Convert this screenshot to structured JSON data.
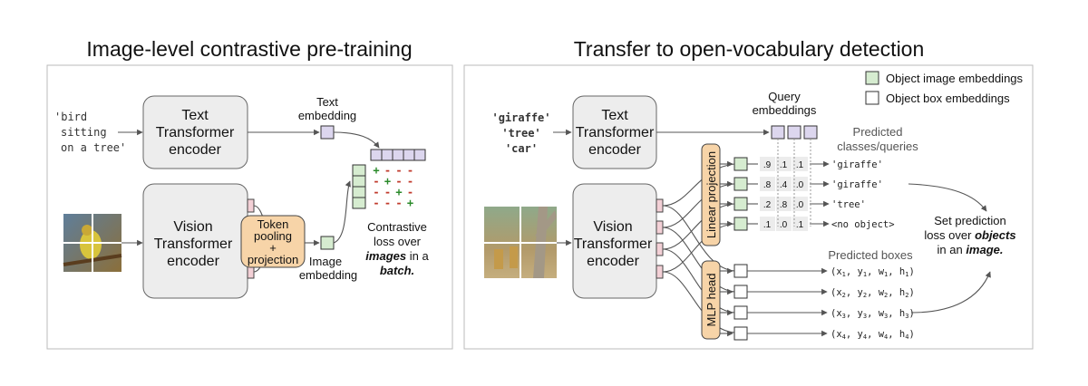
{
  "left": {
    "title": "Image-level contrastive pre-training",
    "input_text": [
      "'bird",
      "sitting",
      "on a tree'"
    ],
    "text_encoder": [
      "Text",
      "Transformer",
      "encoder"
    ],
    "vision_encoder": [
      "Vision",
      "Transformer",
      "encoder"
    ],
    "pooling": [
      "Token",
      "pooling",
      "+",
      "projection"
    ],
    "text_embedding": [
      "Text",
      "embedding"
    ],
    "image_embedding": [
      "Image",
      "embedding"
    ],
    "matrix": [
      [
        "+",
        "-",
        "-",
        "-"
      ],
      [
        "-",
        "+",
        "-",
        "-"
      ],
      [
        "-",
        "-",
        "+",
        "-"
      ],
      [
        "-",
        "-",
        "-",
        "+"
      ]
    ],
    "loss": {
      "l1": "Contrastive",
      "l2": "loss over",
      "l3a": "images",
      "l3b": " in a",
      "l4": "batch."
    }
  },
  "right": {
    "title": "Transfer to open-vocabulary detection",
    "legend": {
      "image_emb": "Object image embeddings",
      "box_emb": "Object box embeddings"
    },
    "queries": [
      {
        "text": "'giraffe'",
        "color": "#2e7d32"
      },
      {
        "text": "'tree'",
        "color": "#2e7d32"
      },
      {
        "text": "'car'",
        "color": "#b71c1c"
      }
    ],
    "text_encoder": [
      "Text",
      "Transformer",
      "encoder"
    ],
    "vision_encoder": [
      "Vision",
      "Transformer",
      "encoder"
    ],
    "query_embeddings": [
      "Query",
      "embeddings"
    ],
    "predicted_classes": [
      "Predicted",
      "classes/queries"
    ],
    "linear_projection": "Linear projection",
    "mlp_head": "MLP head",
    "scores": [
      [
        ".9",
        ".1",
        ".1"
      ],
      [
        ".8",
        ".4",
        ".0"
      ],
      [
        ".2",
        ".8",
        ".0"
      ],
      [
        ".1",
        ".0",
        ".1"
      ]
    ],
    "class_outputs": [
      "'giraffe'",
      "'giraffe'",
      "'tree'",
      "<no object>"
    ],
    "predicted_boxes": "Predicted boxes",
    "boxes": [
      [
        "(x",
        "1",
        ", y",
        "1",
        ", w",
        "1",
        ", h",
        "1",
        ")"
      ],
      [
        "(x",
        "2",
        ", y",
        "2",
        ", w",
        "2",
        ", h",
        "2",
        ")"
      ],
      [
        "(x",
        "3",
        ", y",
        "3",
        ", w",
        "3",
        ", h",
        "3",
        ")"
      ],
      [
        "(x",
        "4",
        ", y",
        "4",
        ", w",
        "4",
        ", h",
        "4",
        ")"
      ]
    ],
    "loss": {
      "l1": "Set prediction",
      "l2a": "loss over ",
      "l2b": "objects",
      "l3a": "in an ",
      "l3b": "image."
    }
  },
  "colors": {
    "green": "#d6ecd0",
    "purple": "#dcd6ee",
    "orange": "#f7d4a8",
    "pink": "#f3d0d6",
    "box": "#ededed"
  }
}
